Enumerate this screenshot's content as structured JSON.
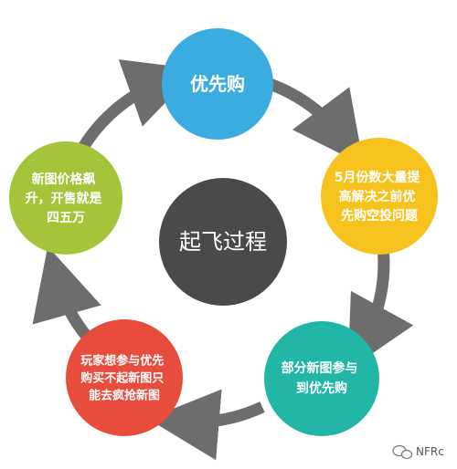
{
  "center": {
    "label": "起飞过程",
    "color": "#4a4a4a"
  },
  "nodes": [
    {
      "id": "n1",
      "lines": [
        "优先购"
      ],
      "color": "#3aace0"
    },
    {
      "id": "n2",
      "lines": [
        "5月份数大量提",
        "高解决之前优",
        "先购空投问题"
      ],
      "color": "#f6c21d"
    },
    {
      "id": "n3",
      "lines": [
        "部分新图参与",
        "到优先购"
      ],
      "color": "#21b6a5"
    },
    {
      "id": "n4",
      "lines": [
        "玩家想参与优先",
        "购买不起新图只",
        "能去疯抢新图"
      ],
      "color": "#e74c3c"
    },
    {
      "id": "n5",
      "lines": [
        "新图价格飙",
        "升，开售就是",
        "四五万"
      ],
      "color": "#a4c43a"
    }
  ],
  "ring_color": "#6d6d6d",
  "watermark": {
    "text": "NFRc"
  }
}
